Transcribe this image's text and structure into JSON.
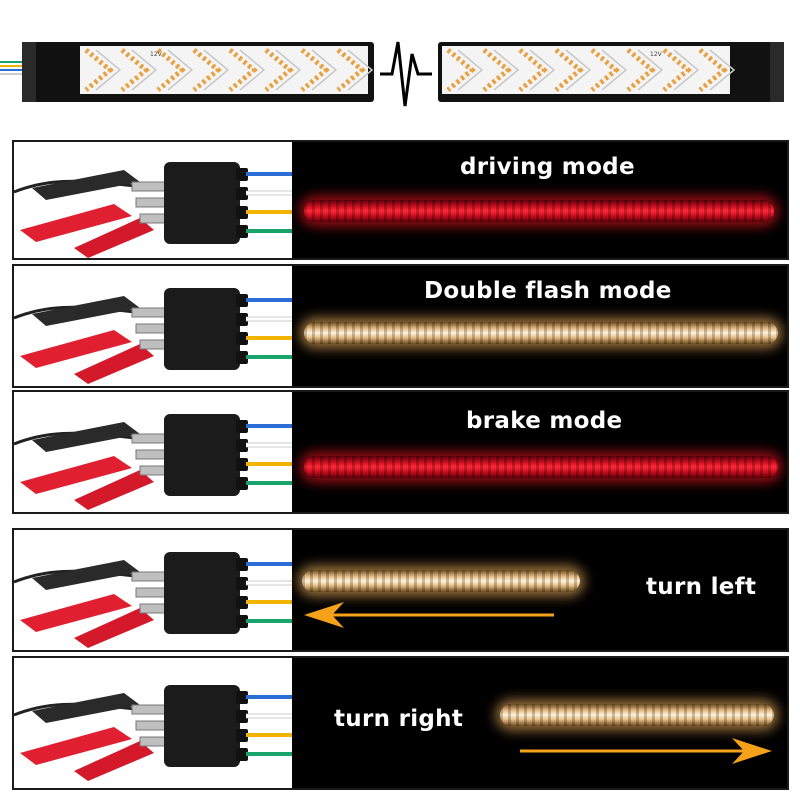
{
  "header": {
    "strip_labels": [
      "12V",
      "12V"
    ]
  },
  "modes": [
    {
      "label": "driving mode",
      "color": "#d11020"
    },
    {
      "label": "Double flash mode",
      "color": "#f0c890"
    },
    {
      "label": "brake mode",
      "color": "#d11020"
    },
    {
      "label": "turn left",
      "color": "#f0c890",
      "arrow": "left"
    },
    {
      "label": "turn right",
      "color": "#f0c890",
      "arrow": "right"
    }
  ],
  "wire_colors": [
    "#2b6fd6",
    "#ffffff",
    "#f2b400",
    "#1aa36a"
  ],
  "colors": {
    "red_light": "#d11020",
    "amber_light": "#f0c890",
    "arrow": "#f5a21a",
    "strip_body": "#111111"
  }
}
